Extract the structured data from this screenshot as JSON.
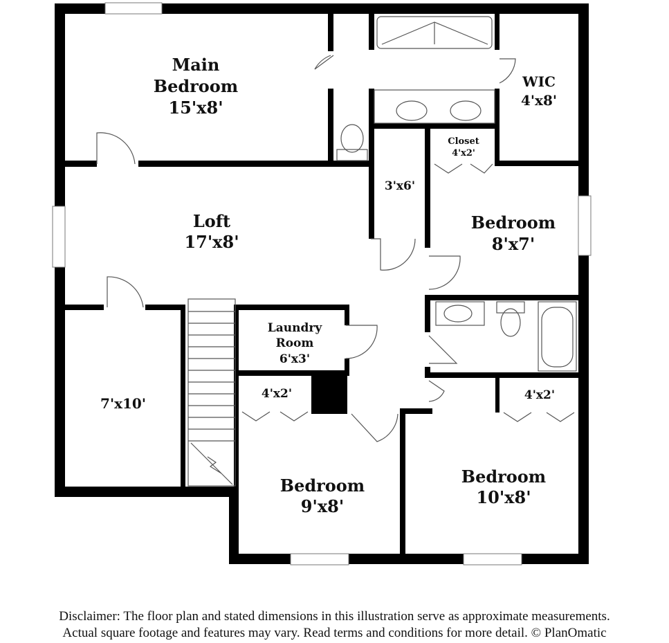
{
  "rooms": {
    "main_bedroom": {
      "name_line1": "Main",
      "name_line2": "Bedroom",
      "size": "15'x8'"
    },
    "wic": {
      "name": "WIC",
      "size": "4'x8'"
    },
    "closet": {
      "name": "Closet",
      "size": "4'x2'"
    },
    "hall_closet": {
      "size": "3'x6'"
    },
    "loft": {
      "name": "Loft",
      "size": "17'x8'"
    },
    "bedroom_8x7": {
      "name": "Bedroom",
      "size": "8'x7'"
    },
    "laundry": {
      "name_line1": "Laundry",
      "name_line2": "Room",
      "size": "6'x3'"
    },
    "storage": {
      "size": "7'x10'"
    },
    "closet_9x8": {
      "size": "4'x2'"
    },
    "closet_10x8": {
      "size": "4'x2'"
    },
    "bedroom_9x8": {
      "name": "Bedroom",
      "size": "9'x8'"
    },
    "bedroom_10x8": {
      "name": "Bedroom",
      "size": "10'x8'"
    }
  },
  "disclaimer": {
    "line1": "Disclaimer: The floor plan and stated dimensions in this illustration serve as approximate measurements.",
    "line2": "Actual square footage and features may vary. Read terms and conditions for more detail. © PlanOmatic"
  },
  "colors": {
    "wall": "#000000",
    "background": "#ffffff"
  }
}
